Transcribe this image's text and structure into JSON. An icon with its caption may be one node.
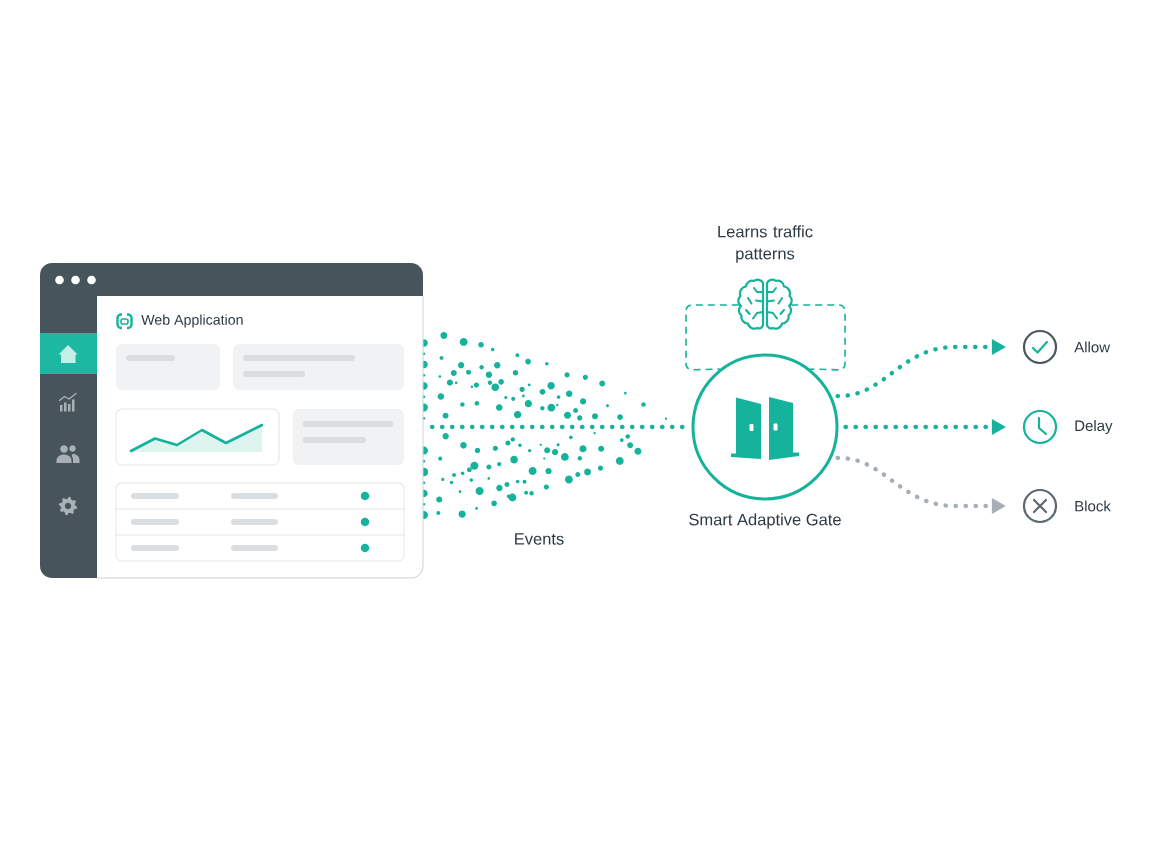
{
  "diagram": {
    "nodes": [
      {
        "text": [
          "Web Application"
        ]
      },
      {
        "text": [
          "Smart Adaptive Gate"
        ]
      },
      {
        "text": [
          "Learns traffic patterns"
        ]
      },
      {
        "text": [
          "Allow"
        ]
      },
      {
        "text": [
          "Delay"
        ]
      },
      {
        "text": [
          "Block"
        ]
      }
    ],
    "edges": [
      {
        "from": 0,
        "to": 1,
        "arrow": "none"
      },
      {
        "from": 2,
        "to": 1,
        "arrow": "none",
        "style": "dashed"
      },
      {
        "from": 2,
        "to": 1,
        "arrow": "none",
        "style": "dashed"
      },
      {
        "from": 1,
        "to": 3,
        "arrow": "to"
      },
      {
        "from": 1,
        "to": 4,
        "arrow": "to"
      },
      {
        "from": 1,
        "to": 5,
        "arrow": "to",
        "color": "#a7aeb5"
      }
    ],
    "labels": [
      "Events"
    ]
  }
}
